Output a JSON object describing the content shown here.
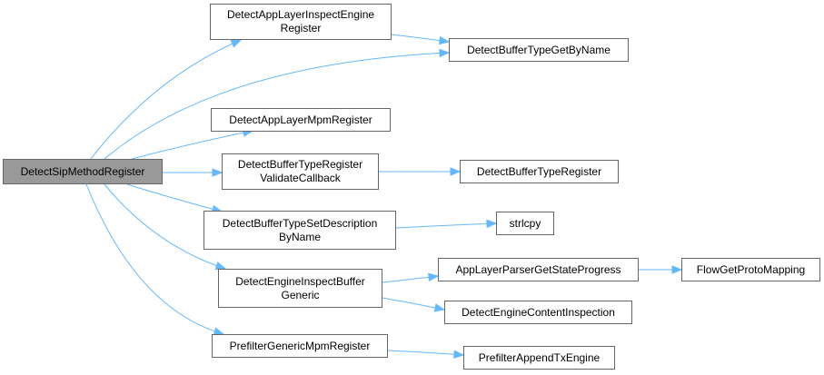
{
  "graph": {
    "colors": {
      "edge": "#63b8ff",
      "node_border": "#666666",
      "root_fill": "#999999",
      "node_fill": "#ffffff"
    },
    "nodes": {
      "root": [
        "DetectSipMethodRegister"
      ],
      "inspect_engine": [
        "DetectAppLayerInspectEngine",
        "Register"
      ],
      "get_by_name": [
        "DetectBufferTypeGetByName"
      ],
      "mpm_register": [
        "DetectAppLayerMpmRegister"
      ],
      "validate": [
        "DetectBufferTypeRegister",
        "ValidateCallback"
      ],
      "type_register": [
        "DetectBufferTypeRegister"
      ],
      "set_desc": [
        "DetectBufferTypeSetDescription",
        "ByName"
      ],
      "strlcpy": [
        "strlcpy"
      ],
      "inspect_buffer": [
        "DetectEngineInspectBuffer",
        "Generic"
      ],
      "state_progress": [
        "AppLayerParserGetStateProgress"
      ],
      "proto_mapping": [
        "FlowGetProtoMapping"
      ],
      "content_inspection": [
        "DetectEngineContentInspection"
      ],
      "prefilter_mpm": [
        "PrefilterGenericMpmRegister"
      ],
      "append_tx": [
        "PrefilterAppendTxEngine"
      ]
    },
    "edges": [
      [
        "root",
        "inspect_engine"
      ],
      [
        "root",
        "get_by_name"
      ],
      [
        "root",
        "mpm_register"
      ],
      [
        "root",
        "validate"
      ],
      [
        "root",
        "set_desc"
      ],
      [
        "root",
        "inspect_buffer"
      ],
      [
        "root",
        "prefilter_mpm"
      ],
      [
        "inspect_engine",
        "get_by_name"
      ],
      [
        "validate",
        "type_register"
      ],
      [
        "set_desc",
        "strlcpy"
      ],
      [
        "inspect_buffer",
        "state_progress"
      ],
      [
        "inspect_buffer",
        "content_inspection"
      ],
      [
        "state_progress",
        "proto_mapping"
      ],
      [
        "prefilter_mpm",
        "append_tx"
      ]
    ]
  }
}
